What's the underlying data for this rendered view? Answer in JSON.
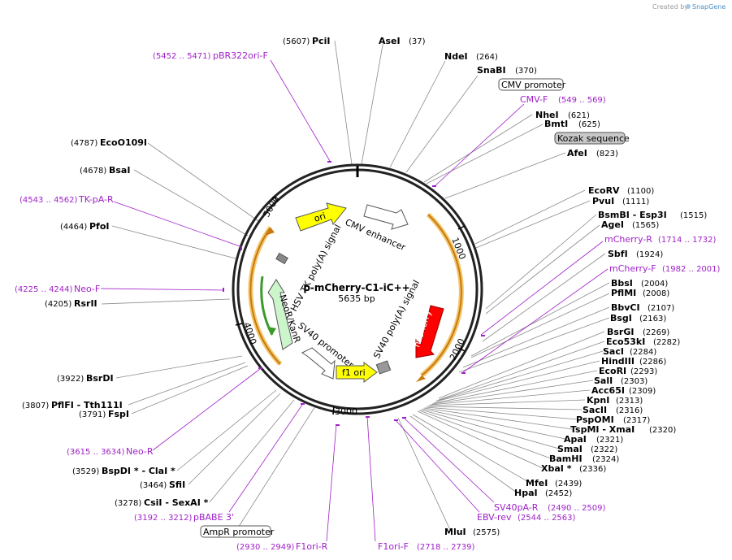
{
  "credit": {
    "prefix": "Created by",
    "brand": "SnapGene"
  },
  "plasmid": {
    "name": "p-mCherry-C1-iC++",
    "length": "5635 bp"
  },
  "ticks": [
    "1000",
    "2000",
    "3000",
    "4000",
    "5000"
  ],
  "features": {
    "cmv_enhancer": "CMV enhancer",
    "ori": "ori",
    "hsv_tk": "HSV TK poly(A) signal",
    "neo": "NeoR/KanR",
    "sv40_promoter": "SV40 promoter",
    "f1_ori": "f1 ori",
    "sv40_polya": "SV40 poly(A) signal",
    "mcherry": "mCherry"
  },
  "boxed": {
    "cmv_promoter": "CMV promoter",
    "kozak": "Kozak sequence",
    "ampr": "AmpR promoter"
  },
  "enzymes": {
    "pci": {
      "pos": "(5607)",
      "name": "PciI"
    },
    "ase": {
      "name": "AseI",
      "pos": "(37)"
    },
    "nde": {
      "name": "NdeI",
      "pos": "(264)"
    },
    "sna": {
      "name": "SnaBI",
      "pos": "(370)"
    },
    "nhe": {
      "name": "NheI",
      "pos": "(621)"
    },
    "bmt": {
      "name": "BmtI",
      "pos": "(625)"
    },
    "afe": {
      "name": "AfeI",
      "pos": "(823)"
    },
    "ecorv": {
      "name": "EcoRV",
      "pos": "(1100)"
    },
    "pvu": {
      "name": "PvuI",
      "pos": "(1111)"
    },
    "bsmb": {
      "name": "BsmBI  - Esp3I",
      "pos": "(1515)"
    },
    "age": {
      "name": "AgeI",
      "pos": "(1565)"
    },
    "sbf": {
      "name": "SbfI",
      "pos": "(1924)"
    },
    "bbs": {
      "name": "BbsI",
      "pos": "(2004)"
    },
    "pfl": {
      "name": "PflMI",
      "pos": "(2008)"
    },
    "bbv": {
      "name": "BbvCI",
      "pos": "(2107)"
    },
    "bsg": {
      "name": "BsgI",
      "pos": "(2163)"
    },
    "bsrg": {
      "name": "BsrGI",
      "pos": "(2269)"
    },
    "eco53": {
      "name": "Eco53kI",
      "pos": "(2282)"
    },
    "sac": {
      "name": "SacI",
      "pos": "(2284)"
    },
    "hind": {
      "name": "HindIII",
      "pos": "(2286)"
    },
    "ecori": {
      "name": "EcoRI",
      "pos": "(2293)"
    },
    "sal": {
      "name": "SalI",
      "pos": "(2303)"
    },
    "acc": {
      "name": "Acc65I",
      "pos": "(2309)"
    },
    "kpn": {
      "name": "KpnI",
      "pos": "(2313)"
    },
    "sacii": {
      "name": "SacII",
      "pos": "(2316)"
    },
    "psp": {
      "name": "PspOMI",
      "pos": "(2317)"
    },
    "tsp": {
      "name": "TspMI  - XmaI",
      "pos": "(2320)"
    },
    "apa": {
      "name": "ApaI",
      "pos": "(2321)"
    },
    "sma": {
      "name": "SmaI",
      "pos": "(2322)"
    },
    "bam": {
      "name": "BamHI",
      "pos": "(2324)"
    },
    "xba": {
      "name": "XbaI *",
      "pos": "(2336)"
    },
    "mfe": {
      "name": "MfeI",
      "pos": "(2439)"
    },
    "hpa": {
      "name": "HpaI",
      "pos": "(2452)"
    },
    "mlu": {
      "name": "MluI",
      "pos": "(2575)"
    },
    "eco109": {
      "pos": "(4787)",
      "name": "EcoO109I"
    },
    "bsa": {
      "pos": "(4678)",
      "name": "BsaI"
    },
    "pfo": {
      "pos": "(4464)",
      "name": "PfoI"
    },
    "rsr": {
      "pos": "(4205)",
      "name": "RsrII"
    },
    "bsrd": {
      "pos": "(3922)",
      "name": "BsrDI"
    },
    "pflf": {
      "pos": "(3807)",
      "name": "PflFI  - Tth111I"
    },
    "fsp": {
      "pos": "(3791)",
      "name": "FspI"
    },
    "bspd": {
      "pos": "(3529)",
      "name": "BspDI *  - ClaI *"
    },
    "sfi": {
      "pos": "(3464)",
      "name": "SfiI"
    },
    "csi": {
      "pos": "(3278)",
      "name": "CsiI  - SexAI *"
    }
  },
  "primers": {
    "pbr": {
      "pos": "(5452 .. 5471)",
      "name": "pBR322ori-F"
    },
    "cmvf": {
      "name": "CMV-F",
      "pos": "(549 .. 569)"
    },
    "mchr": {
      "name": "mCherry-R",
      "pos": "(1714 .. 1732)"
    },
    "mchf": {
      "name": "mCherry-F",
      "pos": "(1982 .. 2001)"
    },
    "sv40r": {
      "name": "SV40pA-R",
      "pos": "(2490 .. 2509)"
    },
    "ebv": {
      "name": "EBV-rev",
      "pos": "(2544 .. 2563)"
    },
    "f1f": {
      "name": "F1ori-F",
      "pos": "(2718 .. 2739)"
    },
    "f1r": {
      "pos": "(2930 .. 2949)",
      "name": "F1ori-R"
    },
    "pbabe": {
      "pos": "(3192 .. 3212)",
      "name": "pBABE 3'"
    },
    "neor": {
      "pos": "(3615 .. 3634)",
      "name": "Neo-R"
    },
    "neof": {
      "pos": "(4225 .. 4244)",
      "name": "Neo-F"
    },
    "tkpa": {
      "pos": "(4543 .. 4562)",
      "name": "TK-pA-R"
    }
  }
}
